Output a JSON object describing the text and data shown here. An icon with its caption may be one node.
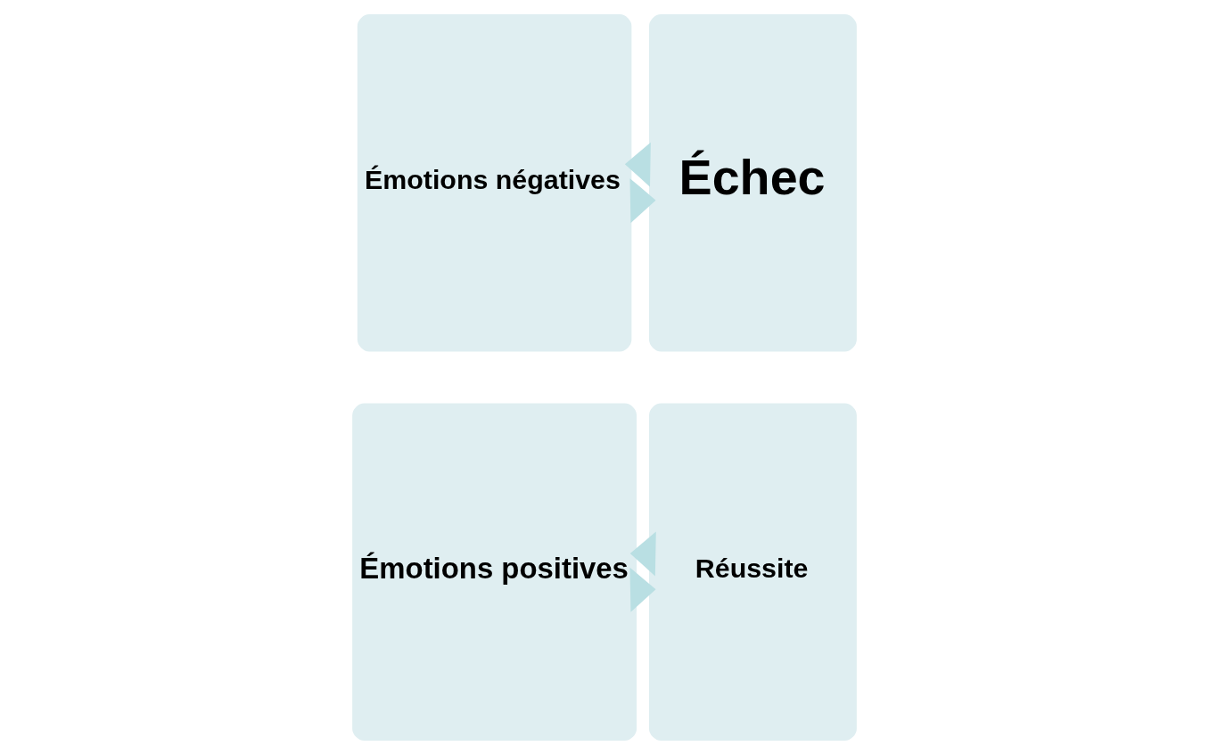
{
  "diagram": {
    "nodes": [
      {
        "text": [
          "Émotions positives"
        ]
      },
      {
        "text": [
          "Réussite"
        ]
      },
      {
        "text": [
          "Émotions négatives"
        ]
      },
      {
        "text": [
          "Échec"
        ]
      }
    ],
    "edges": [
      {
        "from": 0,
        "to": 1,
        "arrow": "to"
      },
      {
        "from": 1,
        "to": 0,
        "arrow": "to"
      },
      {
        "from": 2,
        "to": 3,
        "arrow": "to"
      },
      {
        "from": 3,
        "to": 2,
        "arrow": "to"
      }
    ]
  }
}
